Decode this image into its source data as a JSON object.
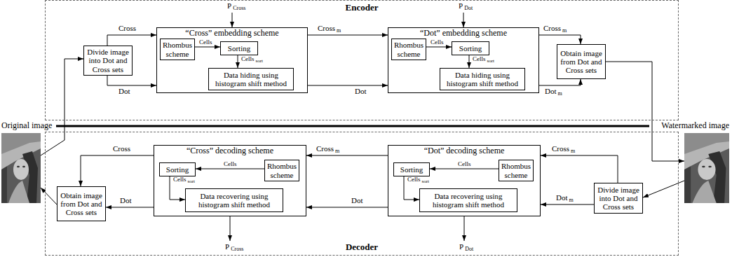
{
  "diagram": {
    "nodes": [
      {
        "text": [
          "Original image"
        ]
      },
      {
        "text": [
          "Encoder"
        ]
      },
      {
        "text": [
          "Divide image into Dot and Cross sets"
        ],
        "in": 1
      },
      {
        "text": [
          "“Cross” embedding scheme"
        ],
        "in": 1
      },
      {
        "text": [
          "Rhombus scheme"
        ],
        "in": 3
      },
      {
        "text": [
          "Sorting"
        ],
        "in": 3
      },
      {
        "text": [
          "Data hiding using histogram shift method"
        ],
        "in": 3
      },
      {
        "text": [
          "“Dot” embedding scheme"
        ],
        "in": 1
      },
      {
        "text": [
          "Rhombus scheme"
        ],
        "in": 7
      },
      {
        "text": [
          "Sorting"
        ],
        "in": 7
      },
      {
        "text": [
          "Data hiding using histogram shift method"
        ],
        "in": 7
      },
      {
        "text": [
          "Obtain image from Dot and Cross sets"
        ],
        "in": 1
      },
      {
        "text": [
          "Watermarked image"
        ]
      },
      {
        "text": [
          "Decoder"
        ]
      },
      {
        "text": [
          "Obtain image from Dot and Cross sets"
        ],
        "in": 13
      },
      {
        "text": [
          "“Cross” decoding scheme"
        ],
        "in": 13
      },
      {
        "text": [
          "Sorting"
        ],
        "in": 15
      },
      {
        "text": [
          "Rhombus scheme"
        ],
        "in": 15
      },
      {
        "text": [
          "Data recovering using histogram shift method"
        ],
        "in": 15
      },
      {
        "text": [
          "“Dot” decoding scheme"
        ],
        "in": 13
      },
      {
        "text": [
          "Sorting"
        ],
        "in": 19
      },
      {
        "text": [
          "Rhombus scheme"
        ],
        "in": 19
      },
      {
        "text": [
          "Data recovering using histogram shift method"
        ],
        "in": 19
      },
      {
        "text": [
          "Divide image into Dot and Cross sets"
        ],
        "in": 13
      }
    ],
    "edges": [
      {
        "from": 0,
        "to": 2,
        "arrow": "to"
      },
      {
        "from": 2,
        "to": 3,
        "arrow": "to",
        "label": "Cross"
      },
      {
        "from": 2,
        "to": 3,
        "arrow": "to",
        "label": "Dot"
      },
      {
        "from": 4,
        "to": 5,
        "arrow": "to",
        "label": "Cells"
      },
      {
        "from": 5,
        "to": 6,
        "arrow": "to",
        "label": "Cells"
      },
      {
        "from": 3,
        "to": 7,
        "arrow": "to",
        "label": "Cross"
      },
      {
        "from": 3,
        "to": 7,
        "arrow": "to",
        "label": "Dot"
      },
      {
        "from": 8,
        "to": 9,
        "arrow": "to",
        "label": "Cells"
      },
      {
        "from": 9,
        "to": 10,
        "arrow": "to",
        "label": "Cells"
      },
      {
        "from": 7,
        "to": 11,
        "arrow": "to",
        "label": "Cross"
      },
      {
        "from": 7,
        "to": 11,
        "arrow": "to",
        "label": "Dot"
      },
      {
        "from": 11,
        "to": 12,
        "arrow": "to"
      },
      {
        "from": 12,
        "to": 23,
        "arrow": "to"
      },
      {
        "from": 23,
        "to": 19,
        "arrow": "to",
        "label": "Cross"
      },
      {
        "from": 23,
        "to": 19,
        "arrow": "to",
        "label": "Dot"
      },
      {
        "from": 21,
        "to": 20,
        "arrow": "to",
        "label": "Cells"
      },
      {
        "from": 20,
        "to": 22,
        "arrow": "to",
        "label": "Cells"
      },
      {
        "from": 19,
        "to": 15,
        "arrow": "to",
        "label": "Cross"
      },
      {
        "from": 19,
        "to": 15,
        "arrow": "to",
        "label": "Dot"
      },
      {
        "from": 17,
        "to": 16,
        "arrow": "to",
        "label": "Cells"
      },
      {
        "from": 16,
        "to": 18,
        "arrow": "to",
        "label": "Cells"
      },
      {
        "from": 15,
        "to": 14,
        "arrow": "to",
        "label": "Cross"
      },
      {
        "from": 15,
        "to": 14,
        "arrow": "to",
        "label": "Dot"
      },
      {
        "from": 14,
        "to": 0,
        "arrow": "to"
      }
    ],
    "labels": [
      "P",
      "Cross",
      "m",
      "sort",
      "P",
      "Dot",
      "m",
      "sort",
      "m",
      "m",
      "m",
      "sort",
      "sort",
      "m",
      "P",
      "Cross",
      "P",
      "Dot"
    ]
  }
}
